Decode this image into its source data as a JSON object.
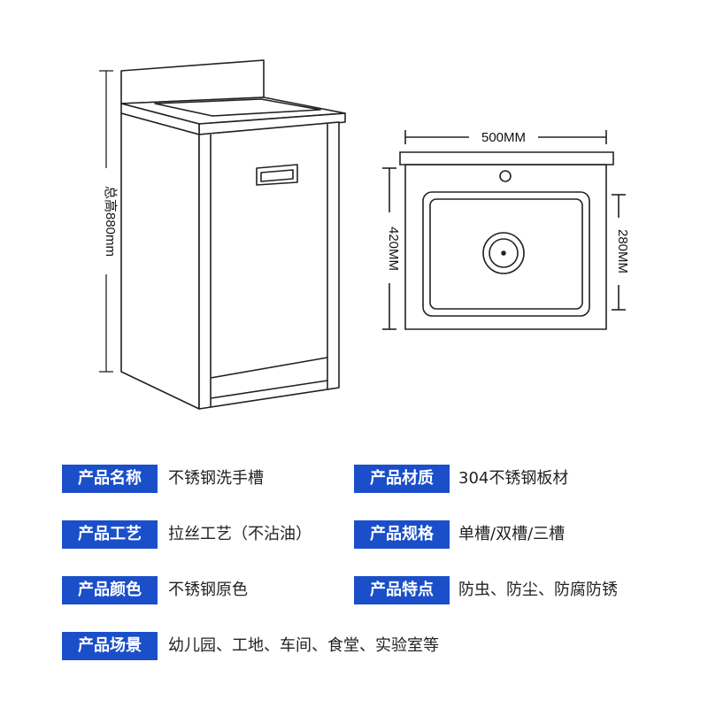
{
  "dimensions": {
    "total_height": "总高880mm",
    "width": "500MM",
    "depth": "420MM",
    "basin_depth": "280MM"
  },
  "specs": [
    {
      "label": "产品名称",
      "value": "不锈钢洗手槽"
    },
    {
      "label": "产品材质",
      "value": "304不锈钢板材"
    },
    {
      "label": "产品工艺",
      "value": "拉丝工艺（不沾油）"
    },
    {
      "label": "产品规格",
      "value": "单槽/双槽/三槽"
    },
    {
      "label": "产品颜色",
      "value": "不锈钢原色"
    },
    {
      "label": "产品特点",
      "value": "防虫、防尘、防腐防锈"
    },
    {
      "label": "产品场景",
      "value": "幼儿园、工地、车间、食堂、实验室等"
    }
  ],
  "colors": {
    "label_bg": "#1a4fc9",
    "line": "#222222"
  }
}
